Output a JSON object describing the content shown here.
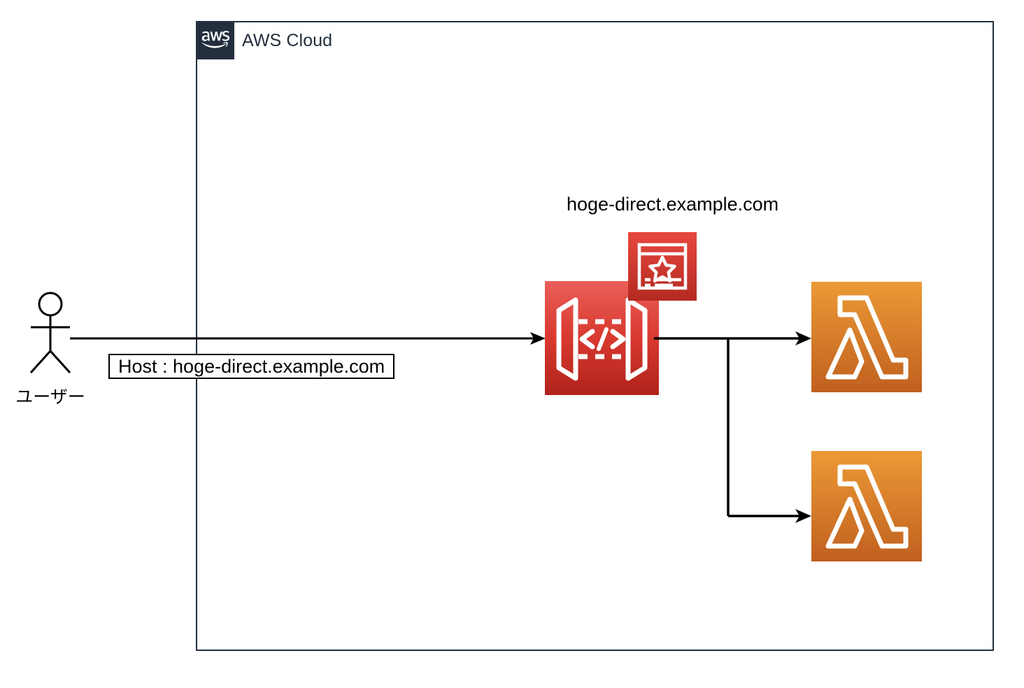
{
  "diagram": {
    "title": "AWS API Gateway custom domain routing to Lambda functions",
    "background_color": "#ffffff"
  },
  "aws_cloud": {
    "label": "AWS Cloud",
    "logo_icon": "aws-logo-icon",
    "border_color": "#232F3E",
    "label_color": "#232F3E"
  },
  "actor": {
    "name": "ユーザー",
    "icon": "stick-figure-user-icon",
    "color": "#000000"
  },
  "host_header": {
    "label": "Host : hoge-direct.example.com",
    "border_color": "#000000",
    "text_color": "#000000"
  },
  "api_gateway": {
    "domain_name": "hoge-direct.example.com",
    "icon": "api-gateway-icon",
    "badge_icon": "api-gateway-custom-domain-badge-icon",
    "color_top": "#E8493F",
    "color_bottom": "#BB2B22"
  },
  "lambdas": [
    {
      "icon": "aws-lambda-icon",
      "color_top": "#E8912B",
      "color_bottom": "#C26127"
    },
    {
      "icon": "aws-lambda-icon",
      "color_top": "#E8912B",
      "color_bottom": "#C26127"
    }
  ],
  "connectors": [
    {
      "name": "user-to-api-gateway",
      "from": "ユーザー",
      "to": "hoge-direct.example.com",
      "arrow": "single",
      "color": "#000000"
    },
    {
      "name": "api-gateway-to-lambda-1",
      "from": "hoge-direct.example.com",
      "to": "lambda-1",
      "arrow": "single",
      "color": "#000000"
    },
    {
      "name": "api-gateway-to-lambda-2",
      "from": "hoge-direct.example.com",
      "to": "lambda-2",
      "arrow": "single",
      "color": "#000000"
    }
  ]
}
